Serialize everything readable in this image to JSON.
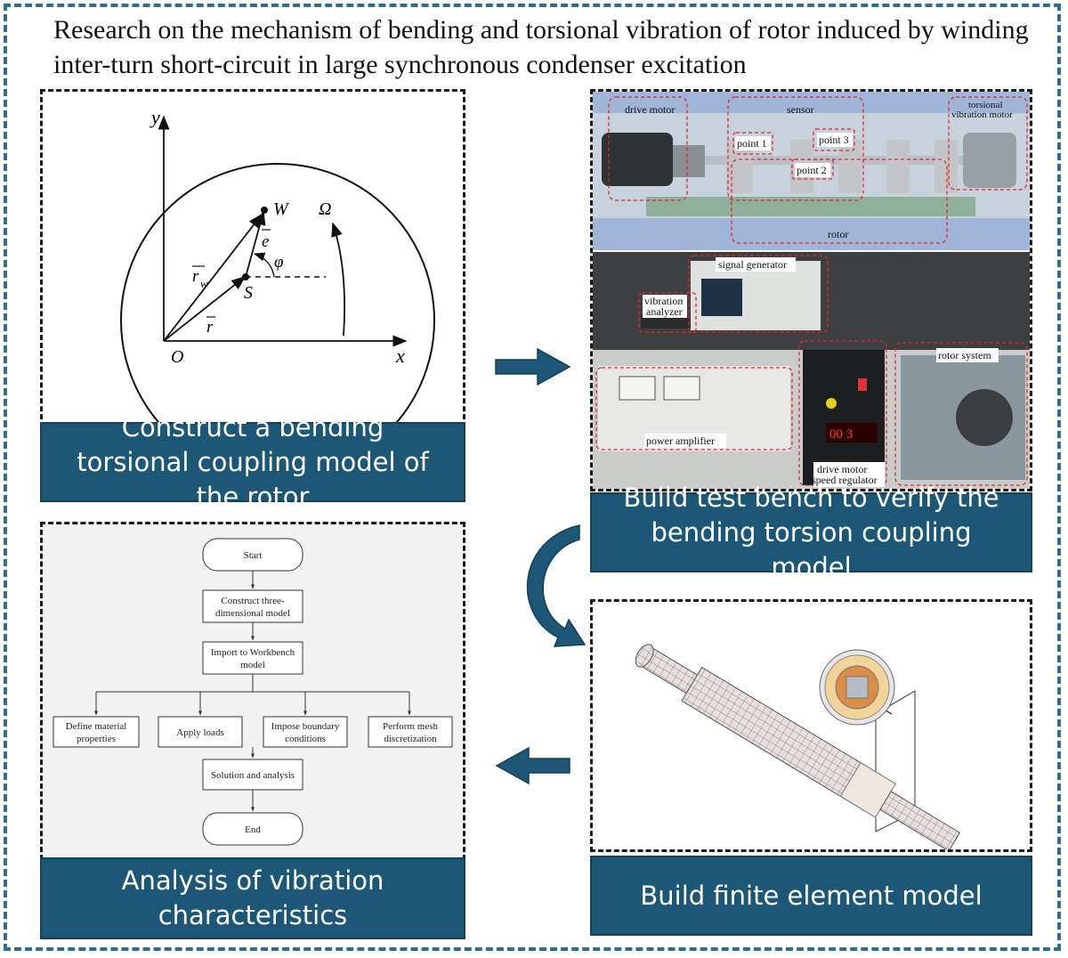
{
  "title": "Research on the mechanism of bending and torsional vibration of rotor induced by winding inter-turn short-circuit in large synchronous condenser excitation",
  "colors": {
    "banner": "#1c5775",
    "border": "#2f6d8c",
    "arrow": "#1c5775",
    "annotation": "#e0262c"
  },
  "panels": {
    "model": {
      "banner": "Construct a bending torsional coupling model of the rotor",
      "labels": {
        "y": "y",
        "x": "x",
        "O": "O",
        "W": "W",
        "S": "S",
        "Omega": "Ω",
        "phi": "φ",
        "e": "e",
        "r": "r",
        "rw": "r",
        "rw_sub": "w"
      }
    },
    "bench": {
      "banner": "Build test bench to verify the bending torsion coupling model",
      "labels": {
        "drive_motor": "drive motor",
        "sensor": "sensor",
        "torsional": "torsional",
        "vibration_motor": "vibration motor",
        "point1": "point 1",
        "point2": "point 2",
        "point3": "point 3",
        "rotor": "rotor",
        "signal_generator": "signal generator",
        "vibration": "vibration",
        "analyzer": "analyzer",
        "rotor_system": "rotor system",
        "power_amplifier": "power amplifier",
        "speed_reg_1": "drive motor",
        "speed_reg_2": "speed regulator",
        "display": "00 3"
      }
    },
    "fem": {
      "banner": "Build finite element model"
    },
    "flow": {
      "banner": "Analysis of vibration characteristics",
      "start": "Start",
      "construct_1": "Construct three-",
      "construct_2": "dimensional model",
      "import_1": "Import to Workbench",
      "import_2": "model",
      "define_1": "Define material",
      "define_2": "properties",
      "apply": "Apply loads",
      "impose_1": "Impose boundary",
      "impose_2": "conditions",
      "mesh_1": "Perform mesh",
      "mesh_2": "discretization",
      "solution": "Solution and analysis",
      "end": "End"
    }
  }
}
